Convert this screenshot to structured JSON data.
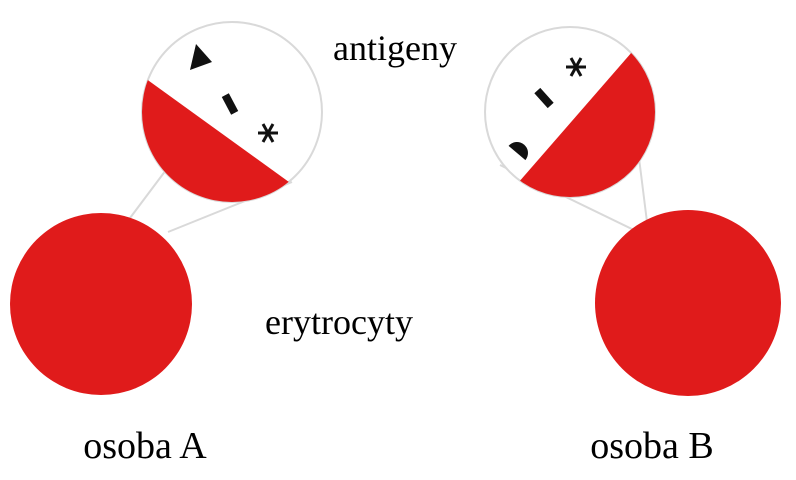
{
  "labels": {
    "antigens": "antigeny",
    "erythrocytes": "erytrocyty",
    "person_a": "osoba A",
    "person_b": "osoba B"
  },
  "colors": {
    "cell_red": "#e01b1b",
    "outline": "#d9d9d9",
    "antigen_black": "#111111",
    "background": "#ffffff"
  },
  "cells": [
    {
      "name": "erythrocyte-a",
      "person": "osoba A",
      "antigens": [
        "triangle-icon",
        "bar-icon",
        "asterisk-icon"
      ]
    },
    {
      "name": "erythrocyte-b",
      "person": "osoba B",
      "antigens": [
        "asterisk-icon",
        "bar-icon",
        "semicircle-icon"
      ]
    }
  ]
}
